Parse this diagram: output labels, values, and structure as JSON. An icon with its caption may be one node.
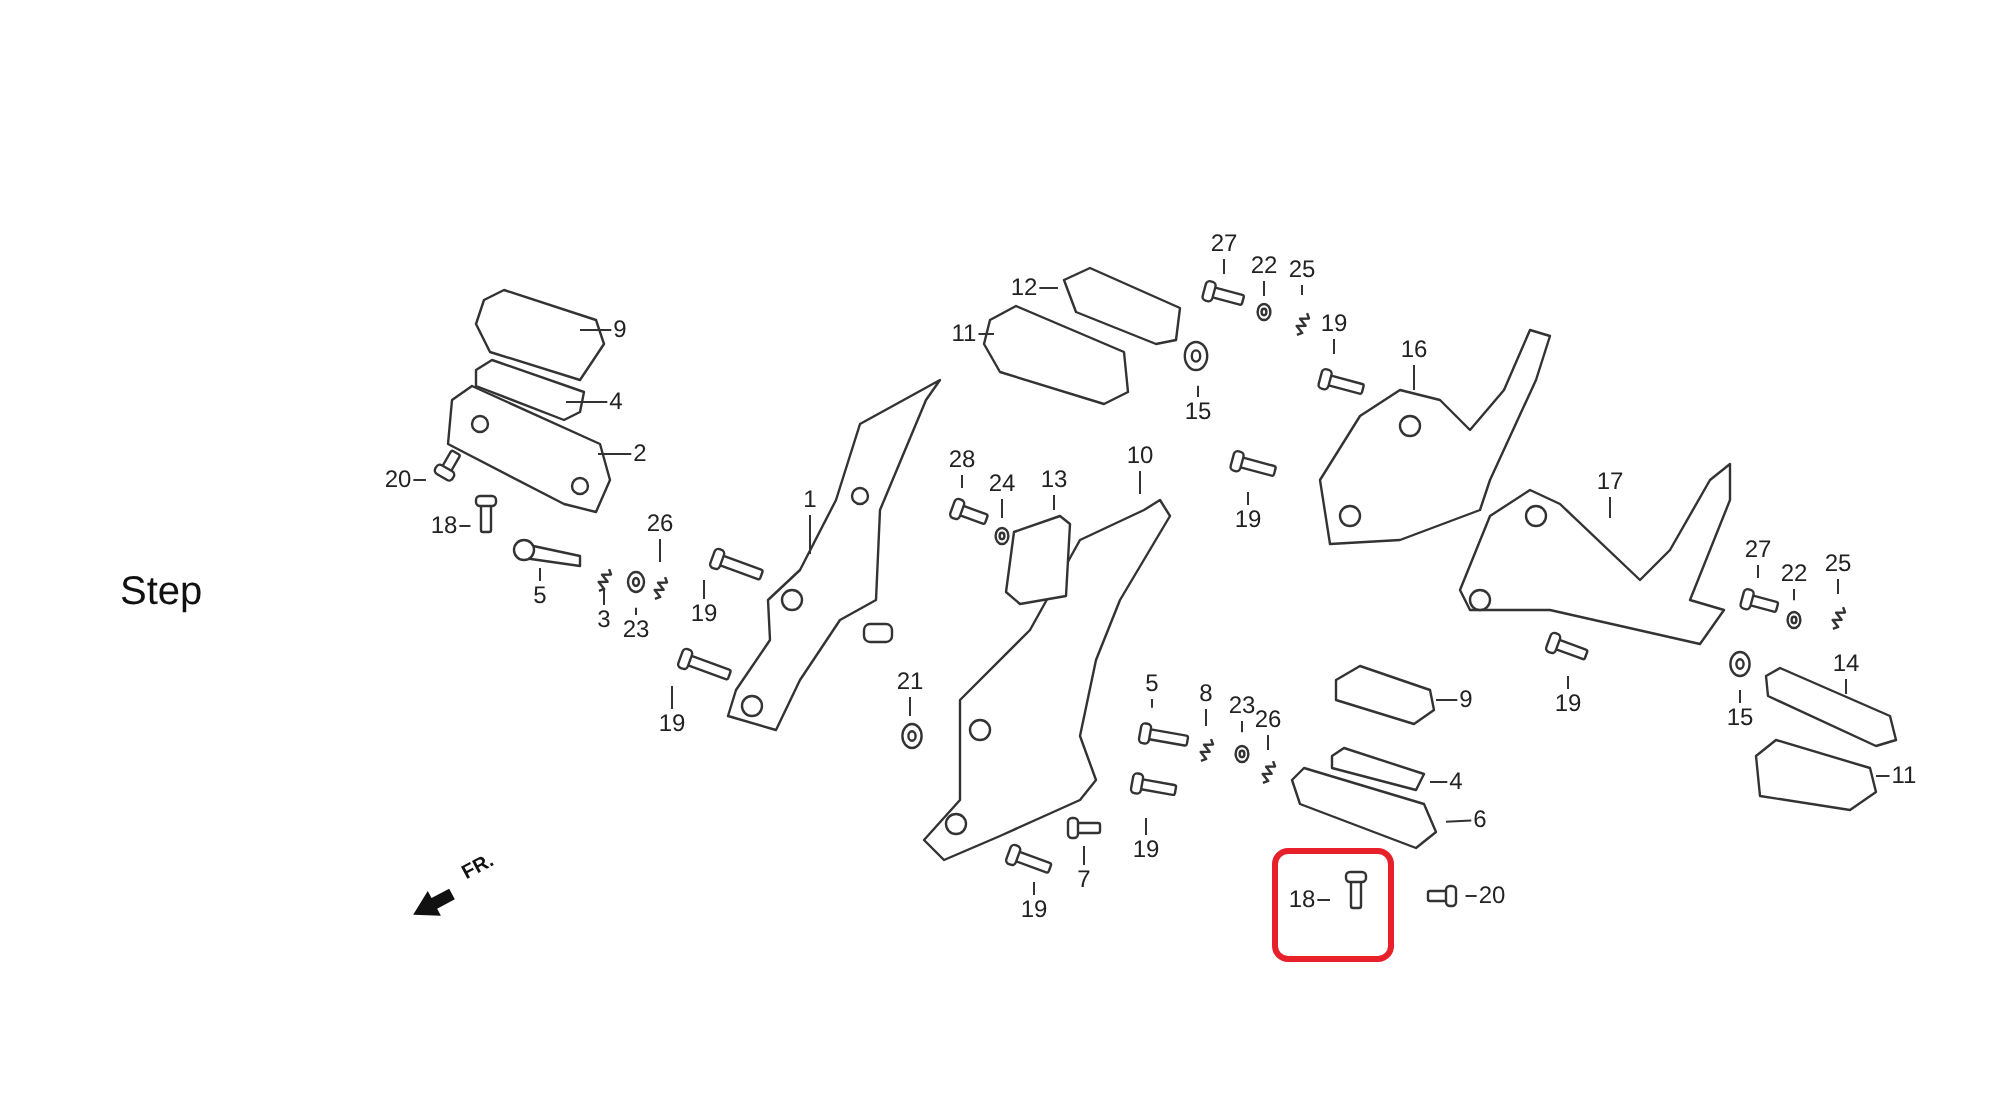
{
  "diagram": {
    "nodes": [
      {
        "text": [],
        "shape": "box"
      },
      {
        "text": [
          "9"
        ]
      },
      {
        "text": [
          "4"
        ]
      },
      {
        "text": [
          "2"
        ]
      },
      {
        "text": [
          "20"
        ]
      },
      {
        "text": [
          "18"
        ]
      },
      {
        "text": [
          "5"
        ]
      },
      {
        "text": [
          "3"
        ]
      },
      {
        "text": [
          "23"
        ]
      },
      {
        "text": [
          "26"
        ]
      },
      {
        "text": [
          "1"
        ]
      },
      {
        "text": [
          "19"
        ]
      },
      {
        "text": [
          "19"
        ]
      },
      {
        "text": [
          "21"
        ]
      },
      {
        "text": [
          "12"
        ]
      },
      {
        "text": [
          "11"
        ]
      },
      {
        "text": [
          "27"
        ]
      },
      {
        "text": [
          "22"
        ]
      },
      {
        "text": [
          "25"
        ]
      },
      {
        "text": [
          "19"
        ]
      },
      {
        "text": [
          "15"
        ]
      },
      {
        "text": [
          "16"
        ]
      },
      {
        "text": [
          "28"
        ]
      },
      {
        "text": [
          "24"
        ]
      },
      {
        "text": [
          "13"
        ]
      },
      {
        "text": [
          "10"
        ]
      },
      {
        "text": [
          "19"
        ]
      },
      {
        "text": [
          "17"
        ]
      },
      {
        "text": [
          "27"
        ]
      },
      {
        "text": [
          "22"
        ]
      },
      {
        "text": [
          "25"
        ]
      },
      {
        "text": [
          "5"
        ]
      },
      {
        "text": [
          "8"
        ]
      },
      {
        "text": [
          "23"
        ]
      },
      {
        "text": [
          "26"
        ]
      },
      {
        "text": [
          "9"
        ]
      },
      {
        "text": [
          "19"
        ]
      },
      {
        "text": [
          "15"
        ]
      },
      {
        "text": [
          "14"
        ]
      },
      {
        "text": [
          "11"
        ]
      },
      {
        "text": [
          "4"
        ]
      },
      {
        "text": [
          "6"
        ]
      },
      {
        "text": [
          "19"
        ]
      },
      {
        "text": [
          "7"
        ]
      },
      {
        "text": [
          "19"
        ]
      },
      {
        "text": [
          "18"
        ],
        "in": 0
      },
      {
        "text": [
          "20"
        ]
      }
    ],
    "edges": [
      {
        "from": 1,
        "to": null,
        "arrow": "none"
      },
      {
        "from": 2,
        "to": null,
        "arrow": "none"
      },
      {
        "from": 3,
        "to": null,
        "arrow": "none"
      },
      {
        "from": 4,
        "to": null,
        "arrow": "none"
      },
      {
        "from": 5,
        "to": null,
        "arrow": "none"
      },
      {
        "from": 6,
        "to": null,
        "arrow": "none"
      },
      {
        "from": 7,
        "to": null,
        "arrow": "none"
      },
      {
        "from": 8,
        "to": null,
        "arrow": "none"
      },
      {
        "from": 9,
        "to": null,
        "arrow": "none"
      },
      {
        "from": 10,
        "to": null,
        "arrow": "none"
      },
      {
        "from": 11,
        "to": null,
        "arrow": "none"
      },
      {
        "from": 12,
        "to": null,
        "arrow": "none"
      },
      {
        "from": 13,
        "to": null,
        "arrow": "none"
      },
      {
        "from": 14,
        "to": null,
        "arrow": "none"
      },
      {
        "from": 15,
        "to": null,
        "arrow": "none"
      },
      {
        "from": 16,
        "to": null,
        "arrow": "none"
      },
      {
        "from": 17,
        "to": null,
        "arrow": "none"
      },
      {
        "from": 18,
        "to": null,
        "arrow": "none"
      },
      {
        "from": 19,
        "to": null,
        "arrow": "none"
      },
      {
        "from": 20,
        "to": null,
        "arrow": "none"
      },
      {
        "from": 21,
        "to": null,
        "arrow": "none"
      },
      {
        "from": 22,
        "to": null,
        "arrow": "none"
      },
      {
        "from": 23,
        "to": null,
        "arrow": "none"
      },
      {
        "from": 24,
        "to": null,
        "arrow": "none"
      },
      {
        "from": 25,
        "to": null,
        "arrow": "none"
      },
      {
        "from": 26,
        "to": null,
        "arrow": "none"
      },
      {
        "from": 27,
        "to": null,
        "arrow": "none"
      },
      {
        "from": 28,
        "to": null,
        "arrow": "none"
      },
      {
        "from": 29,
        "to": null,
        "arrow": "none"
      },
      {
        "from": 30,
        "to": null,
        "arrow": "none"
      },
      {
        "from": 31,
        "to": null,
        "arrow": "none"
      },
      {
        "from": 32,
        "to": null,
        "arrow": "none"
      },
      {
        "from": 33,
        "to": null,
        "arrow": "none"
      },
      {
        "from": 34,
        "to": null,
        "arrow": "none"
      },
      {
        "from": 35,
        "to": null,
        "arrow": "none"
      },
      {
        "from": 36,
        "to": null,
        "arrow": "none"
      },
      {
        "from": 37,
        "to": null,
        "arrow": "none"
      },
      {
        "from": 38,
        "to": null,
        "arrow": "none"
      },
      {
        "from": 39,
        "to": null,
        "arrow": "none"
      },
      {
        "from": 40,
        "to": null,
        "arrow": "none"
      },
      {
        "from": 41,
        "to": null,
        "arrow": "none"
      },
      {
        "from": 42,
        "to": null,
        "arrow": "none"
      },
      {
        "from": 43,
        "to": null,
        "arrow": "none"
      },
      {
        "from": 44,
        "to": null,
        "arrow": "none"
      },
      {
        "from": 45,
        "to": null,
        "arrow": "none"
      },
      {
        "from": 46,
        "to": null,
        "arrow": "none"
      }
    ],
    "labels": [
      "Step",
      "FR."
    ]
  }
}
